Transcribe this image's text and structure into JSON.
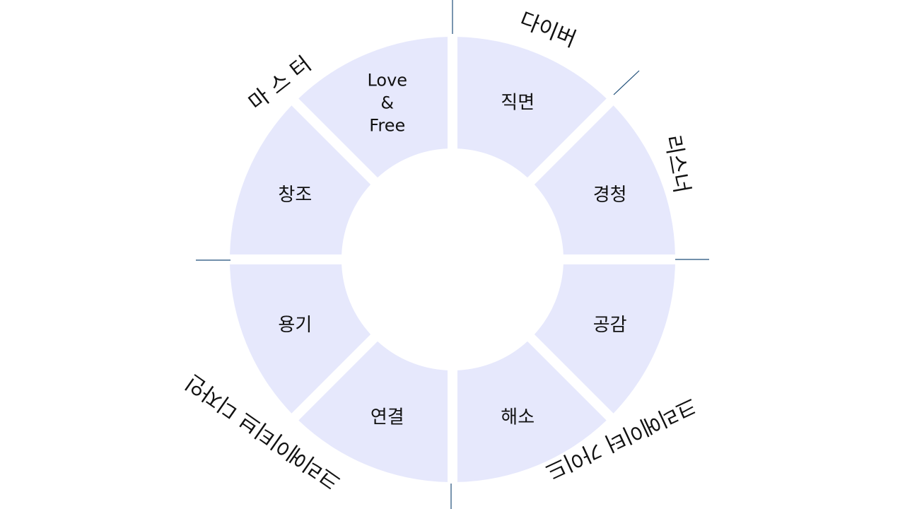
{
  "segments": [
    {
      "label": "Love\n&\nFree"
    },
    {
      "label": "직면"
    },
    {
      "label": "경청"
    },
    {
      "label": "공감"
    },
    {
      "label": "해소"
    },
    {
      "label": "연결"
    },
    {
      "label": "용기"
    },
    {
      "label": "창조"
    }
  ],
  "quadrant_labels": [
    {
      "text": "다이버"
    },
    {
      "text": "리스너"
    },
    {
      "text": "크리에이터 가이드"
    },
    {
      "text": "크리에이티브 디자인"
    },
    {
      "text": "마 스 터"
    }
  ],
  "colors": {
    "segment_fill": "#e6e8fc",
    "divider_line": "#1f4e79",
    "background": "#ffffff",
    "text": "#111111"
  }
}
